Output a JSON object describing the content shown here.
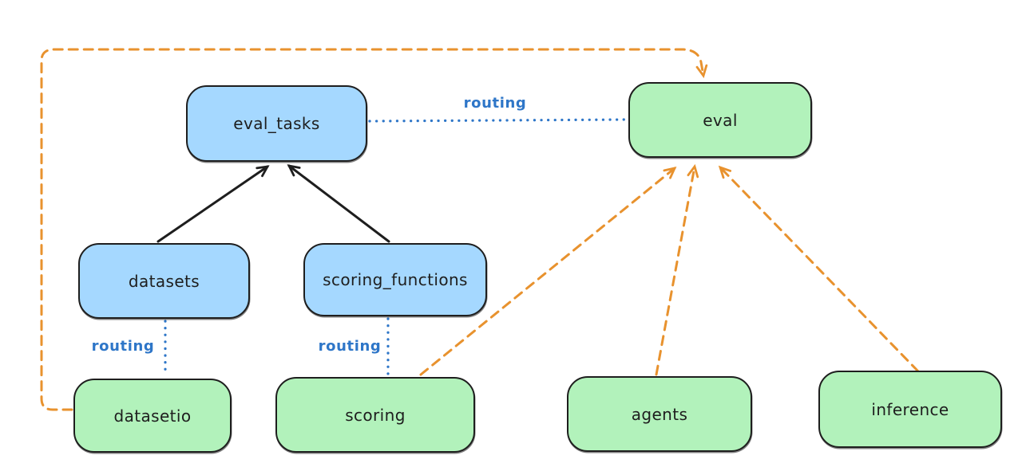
{
  "diagram": {
    "background": "#ffffff",
    "colors": {
      "resource_fill": "#a5d8ff",
      "provider_fill": "#b2f2bb",
      "stroke": "#1e1e1e",
      "routing_blue": "#2e76c8",
      "dependency_orange": "#e8922e"
    },
    "nodes": [
      {
        "id": "eval_tasks",
        "label": "eval_tasks",
        "fill": "blue"
      },
      {
        "id": "eval",
        "label": "eval",
        "fill": "green"
      },
      {
        "id": "datasets",
        "label": "datasets",
        "fill": "blue"
      },
      {
        "id": "scoring_functions",
        "label": "scoring_functions",
        "fill": "blue"
      },
      {
        "id": "datasetio",
        "label": "datasetio",
        "fill": "green"
      },
      {
        "id": "scoring",
        "label": "scoring",
        "fill": "green"
      },
      {
        "id": "agents",
        "label": "agents",
        "fill": "green"
      },
      {
        "id": "inference",
        "label": "inference",
        "fill": "green"
      }
    ],
    "edge_labels": [
      {
        "id": "routing-top",
        "text": "routing"
      },
      {
        "id": "routing-datasets",
        "text": "routing"
      },
      {
        "id": "routing-scoring",
        "text": "routing"
      }
    ],
    "edges": [
      {
        "from": "datasets",
        "to": "eval_tasks",
        "style": "solid",
        "color": "#1e1e1e",
        "arrow": true
      },
      {
        "from": "scoring_functions",
        "to": "eval_tasks",
        "style": "solid",
        "color": "#1e1e1e",
        "arrow": true
      },
      {
        "from": "eval_tasks",
        "to": "eval",
        "style": "dotted",
        "color": "#2e76c8",
        "label": "routing"
      },
      {
        "from": "datasets",
        "to": "datasetio",
        "style": "dotted",
        "color": "#2e76c8",
        "label": "routing"
      },
      {
        "from": "scoring_functions",
        "to": "scoring",
        "style": "dotted",
        "color": "#2e76c8",
        "label": "routing"
      },
      {
        "from": "datasetio",
        "to": "eval",
        "style": "dashed",
        "color": "#e8922e",
        "arrow": true,
        "route": "around-left-and-top"
      },
      {
        "from": "scoring",
        "to": "eval",
        "style": "dashed",
        "color": "#e8922e",
        "arrow": true
      },
      {
        "from": "agents",
        "to": "eval",
        "style": "dashed",
        "color": "#e8922e",
        "arrow": true
      },
      {
        "from": "inference",
        "to": "eval",
        "style": "dashed",
        "color": "#e8922e",
        "arrow": true
      }
    ]
  }
}
